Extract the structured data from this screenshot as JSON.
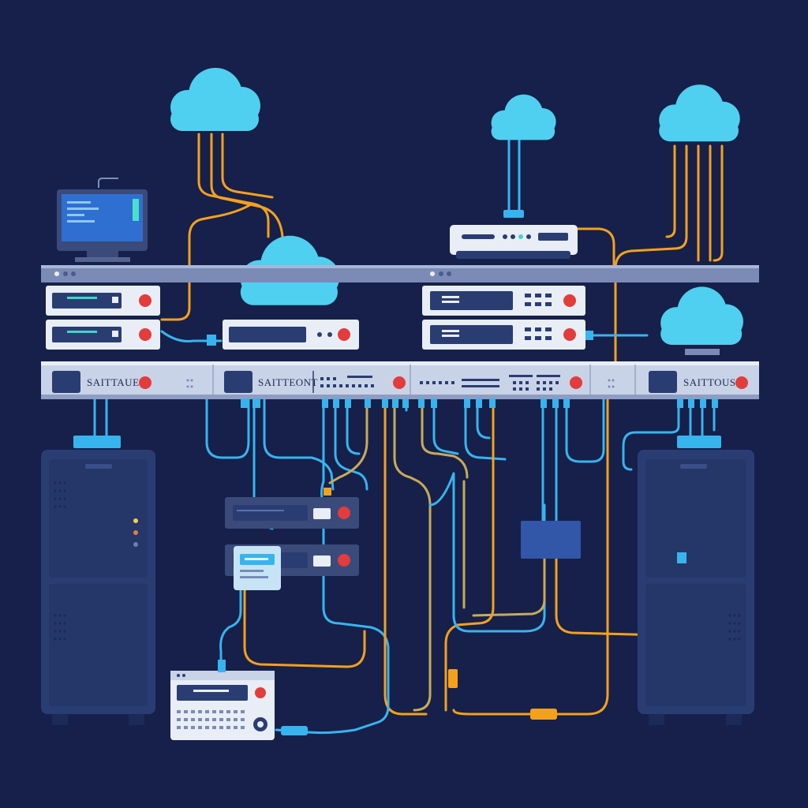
{
  "colors": {
    "background": "#16204a",
    "cloud": "#4fd0f0",
    "cable_blue": "#37b4ee",
    "cable_orange": "#f3a11d",
    "cable_olive": "#c8ab57",
    "device_panel": "#e8edf6",
    "led_red": "#e23c3c",
    "cabinet": "#2a3d73"
  },
  "switch_labels": [
    "SAITTAUE",
    "SAITTEONT",
    "SAITTOUS"
  ],
  "icons": [
    "cloud-icon",
    "monitor-icon",
    "router-icon",
    "server-cabinet-icon",
    "rack-server-icon",
    "network-switch-icon"
  ]
}
